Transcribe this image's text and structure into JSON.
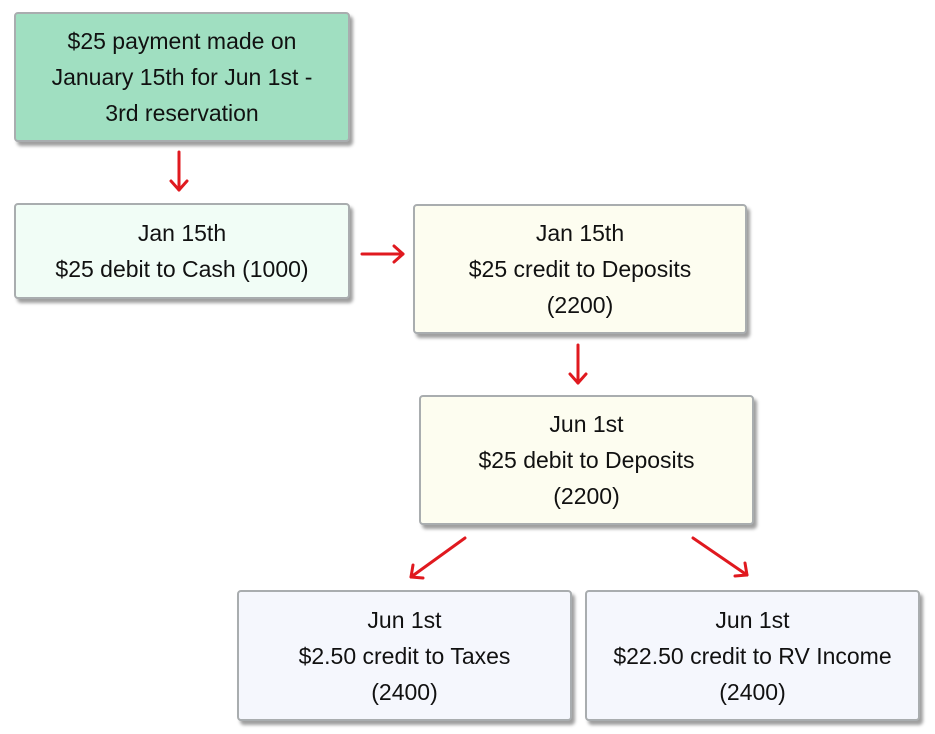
{
  "nodes": {
    "start": {
      "lines": [
        "$25 payment made on",
        "January 15th for Jun 1st -",
        "3rd reservation"
      ],
      "color": "#a0dfc1"
    },
    "cash": {
      "lines": [
        "Jan 15th",
        "$25 debit to Cash (1000)"
      ],
      "color": "#f1fdf6"
    },
    "dep_cr": {
      "lines": [
        "Jan 15th",
        "$25 credit to Deposits",
        "(2200)"
      ],
      "color": "#fdfdf0"
    },
    "dep_db": {
      "lines": [
        "Jun 1st",
        "$25 debit to Deposits",
        "(2200)"
      ],
      "color": "#fdfdf0"
    },
    "taxes": {
      "lines": [
        "Jun 1st",
        "$2.50 credit to Taxes",
        "(2400)"
      ],
      "color": "#f5f7fd"
    },
    "rv": {
      "lines": [
        "Jun 1st",
        "$22.50 credit to RV Income",
        "(2400)"
      ],
      "color": "#f5f7fd"
    }
  },
  "arrow_color": "#e0191f",
  "edges": [
    {
      "from": "start",
      "to": "cash"
    },
    {
      "from": "cash",
      "to": "dep_cr"
    },
    {
      "from": "dep_cr",
      "to": "dep_db"
    },
    {
      "from": "dep_db",
      "to": "taxes"
    },
    {
      "from": "dep_db",
      "to": "rv"
    }
  ]
}
